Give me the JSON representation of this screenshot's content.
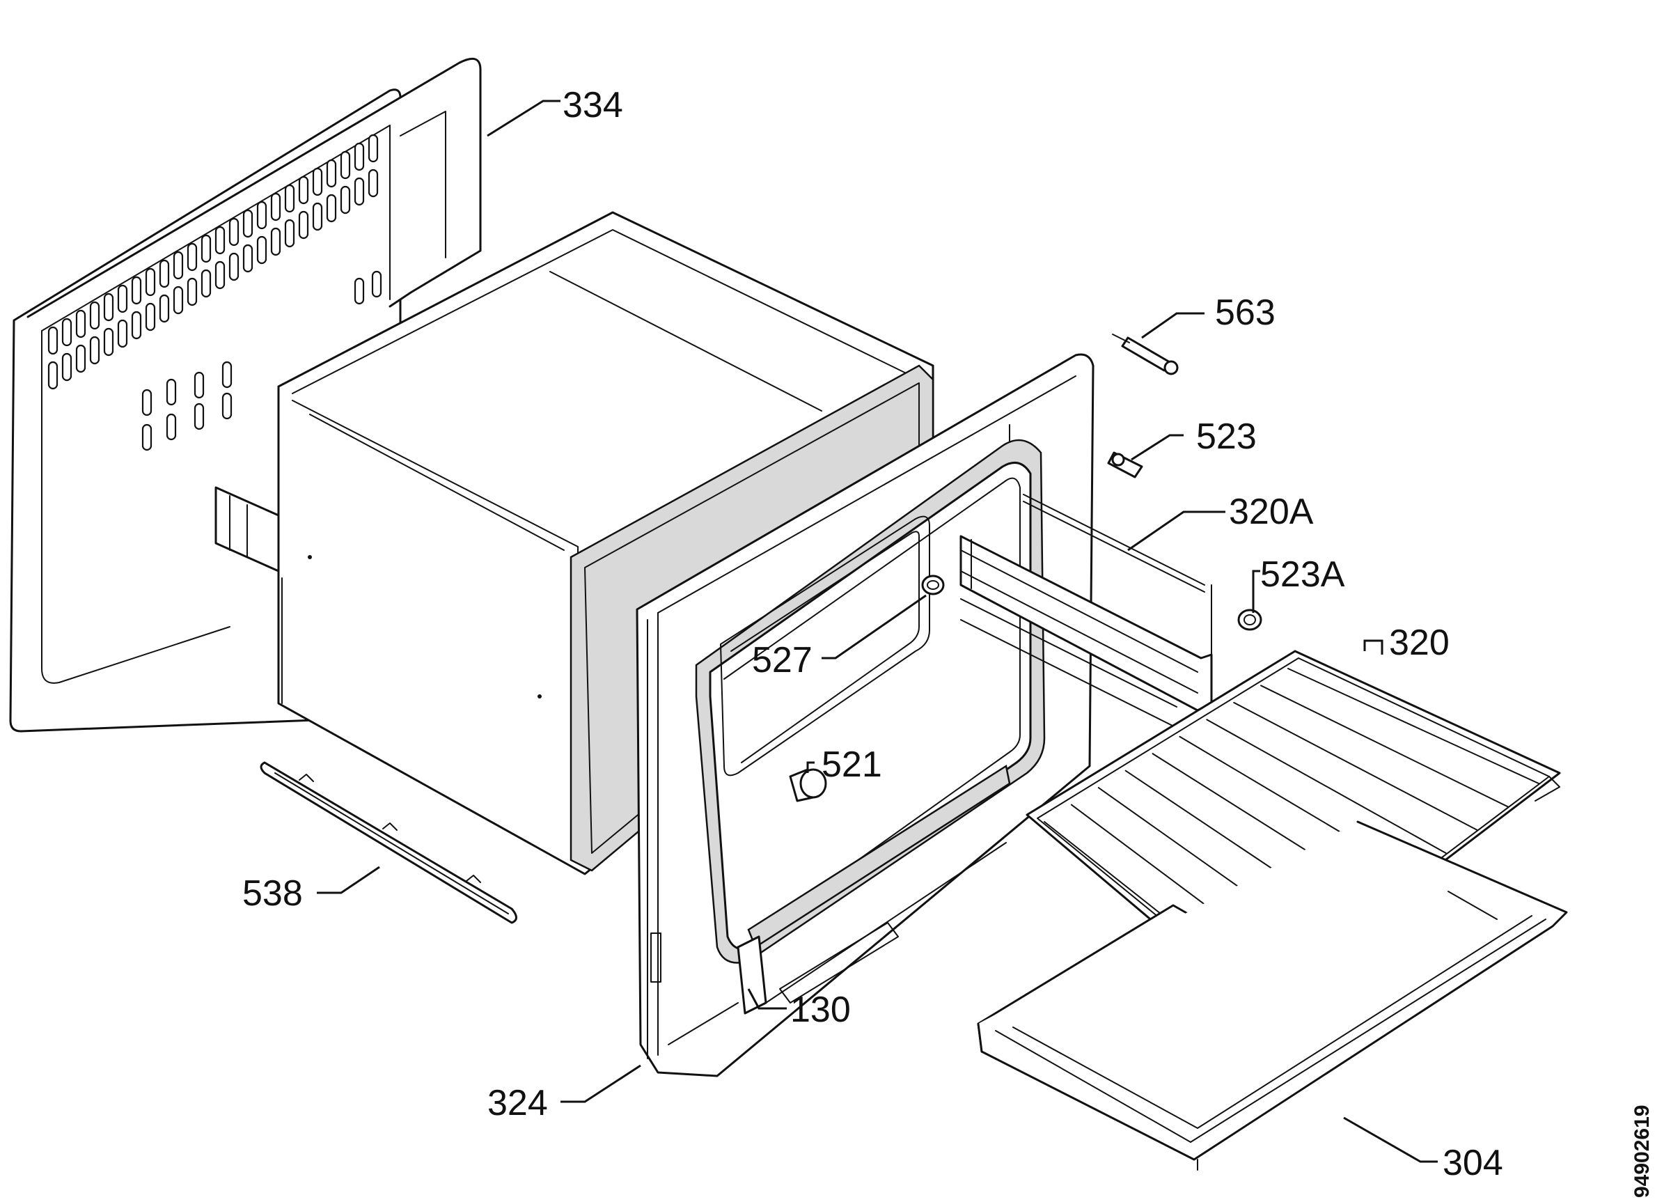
{
  "diagram": {
    "callouts": {
      "p334": "334",
      "p563": "563",
      "p523": "523",
      "p320A": "320A",
      "p523A": "523A",
      "p320": "320",
      "p527": "527",
      "p521": "521",
      "p538": "538",
      "p130": "130",
      "p324": "324",
      "p304": "304"
    },
    "document_number": "94902619"
  }
}
